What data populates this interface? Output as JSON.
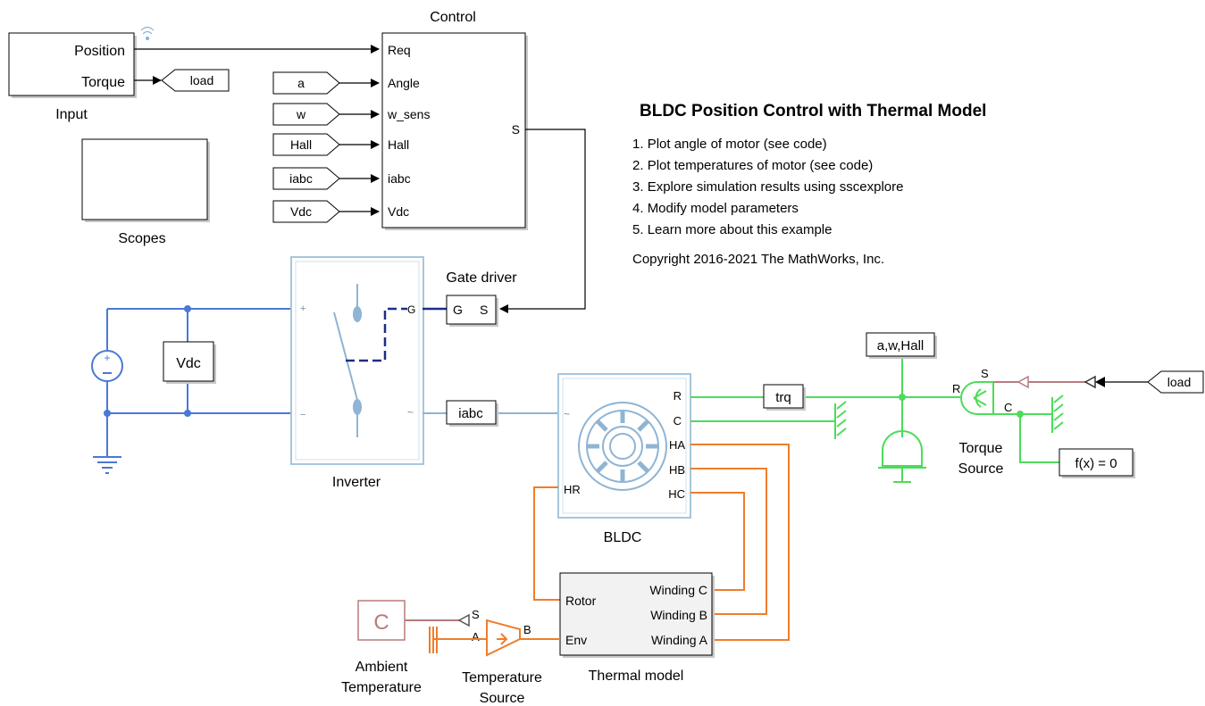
{
  "title": "BLDC Position Control with Thermal Model",
  "steps": [
    {
      "num": "1.",
      "text": "Plot angle of motor (see code)"
    },
    {
      "num": "2.",
      "text": "Plot temperatures of motor (see code)"
    },
    {
      "num": "3.",
      "text": "Explore simulation results using sscexplore"
    },
    {
      "num": "4.",
      "text": "Modify model parameters"
    },
    {
      "num": "5.",
      "text": "Learn more about this example"
    }
  ],
  "copyright": "Copyright 2016-2021 The MathWorks, Inc.",
  "blocks": {
    "input": {
      "name": "Input",
      "ports": [
        "Position",
        "Torque"
      ]
    },
    "scopes": {
      "name": "Scopes"
    },
    "control": {
      "name": "Control",
      "inports": [
        "Req",
        "Angle",
        "w_sens",
        "Hall",
        "iabc",
        "Vdc"
      ],
      "outport": "S"
    },
    "from_tags": [
      "a",
      "w",
      "Hall",
      "iabc",
      "Vdc"
    ],
    "goto_load": "load",
    "from_load": "load",
    "vdc_sensor": "Vdc",
    "gate_driver": {
      "name": "Gate driver",
      "ports": [
        "G",
        "S"
      ]
    },
    "inverter": {
      "name": "Inverter",
      "port_g": "G"
    },
    "iabc_sensor": "iabc",
    "bldc": {
      "name": "BLDC",
      "ports_right": [
        "R",
        "C",
        "HA",
        "HB",
        "HC"
      ],
      "port_left": "HR"
    },
    "trq": "trq",
    "sensor_out": "a,w,Hall",
    "torque_source": {
      "name_line1": "Torque",
      "name_line2": "Source",
      "ports": [
        "S",
        "R",
        "C"
      ]
    },
    "solver": "f(x) = 0",
    "thermal_model": {
      "name": "Thermal model",
      "left_ports": [
        "Rotor",
        "Env"
      ],
      "right_ports": [
        "Winding C",
        "Winding B",
        "Winding A"
      ]
    },
    "ambient": {
      "name_line1": "Ambient",
      "name_line2": "Temperature",
      "glyph": "C"
    },
    "temp_source": {
      "name_line1": "Temperature",
      "name_line2": "Source",
      "ports": [
        "S",
        "A",
        "B"
      ]
    }
  },
  "colors": {
    "electrical": "#4a78d6",
    "mechanical": "#4cdc5a",
    "thermal": "#ef7d2b",
    "physical_signal": "#b87b7b",
    "inverter_border": "#a7c6dc",
    "motor_art": "#8fb4d4"
  }
}
